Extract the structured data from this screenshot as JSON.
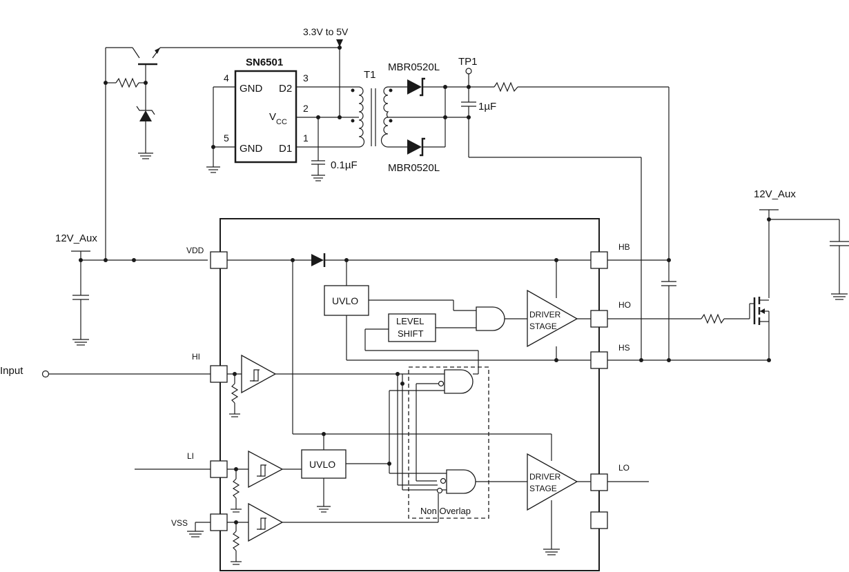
{
  "labels": {
    "supply_range": "3.3V to 5V",
    "chip_name": "SN6501",
    "pin4": "4",
    "pin5": "5",
    "pin3": "3",
    "pin2": "2",
    "pin1": "1",
    "gnd_a": "GND",
    "gnd_b": "GND",
    "d2": "D2",
    "d1": "D1",
    "vcc_main": "V",
    "vcc_sub": "CC",
    "transformer": "T1",
    "diode_top": "MBR0520L",
    "diode_bottom": "MBR0520L",
    "test_point": "TP1",
    "cap_out": "1µF",
    "cap_in": "0.1µF",
    "aux_left": "12V_Aux",
    "aux_right": "12V_Aux",
    "vdd": "VDD",
    "hb": "HB",
    "ho": "HO",
    "hs": "HS",
    "hi": "HI",
    "li": "LI",
    "vss": "VSS",
    "lo": "LO",
    "input": "Input",
    "uvlo_top": "UVLO",
    "uvlo_bottom": "UVLO",
    "level_shift_1": "LEVEL",
    "level_shift_2": "SHIFT",
    "driver_top_1": "DRIVER",
    "driver_top_2": "STAGE",
    "driver_bottom_1": "DRIVER",
    "driver_bottom_2": "STAGE",
    "non_overlap": "Non Overlap"
  }
}
